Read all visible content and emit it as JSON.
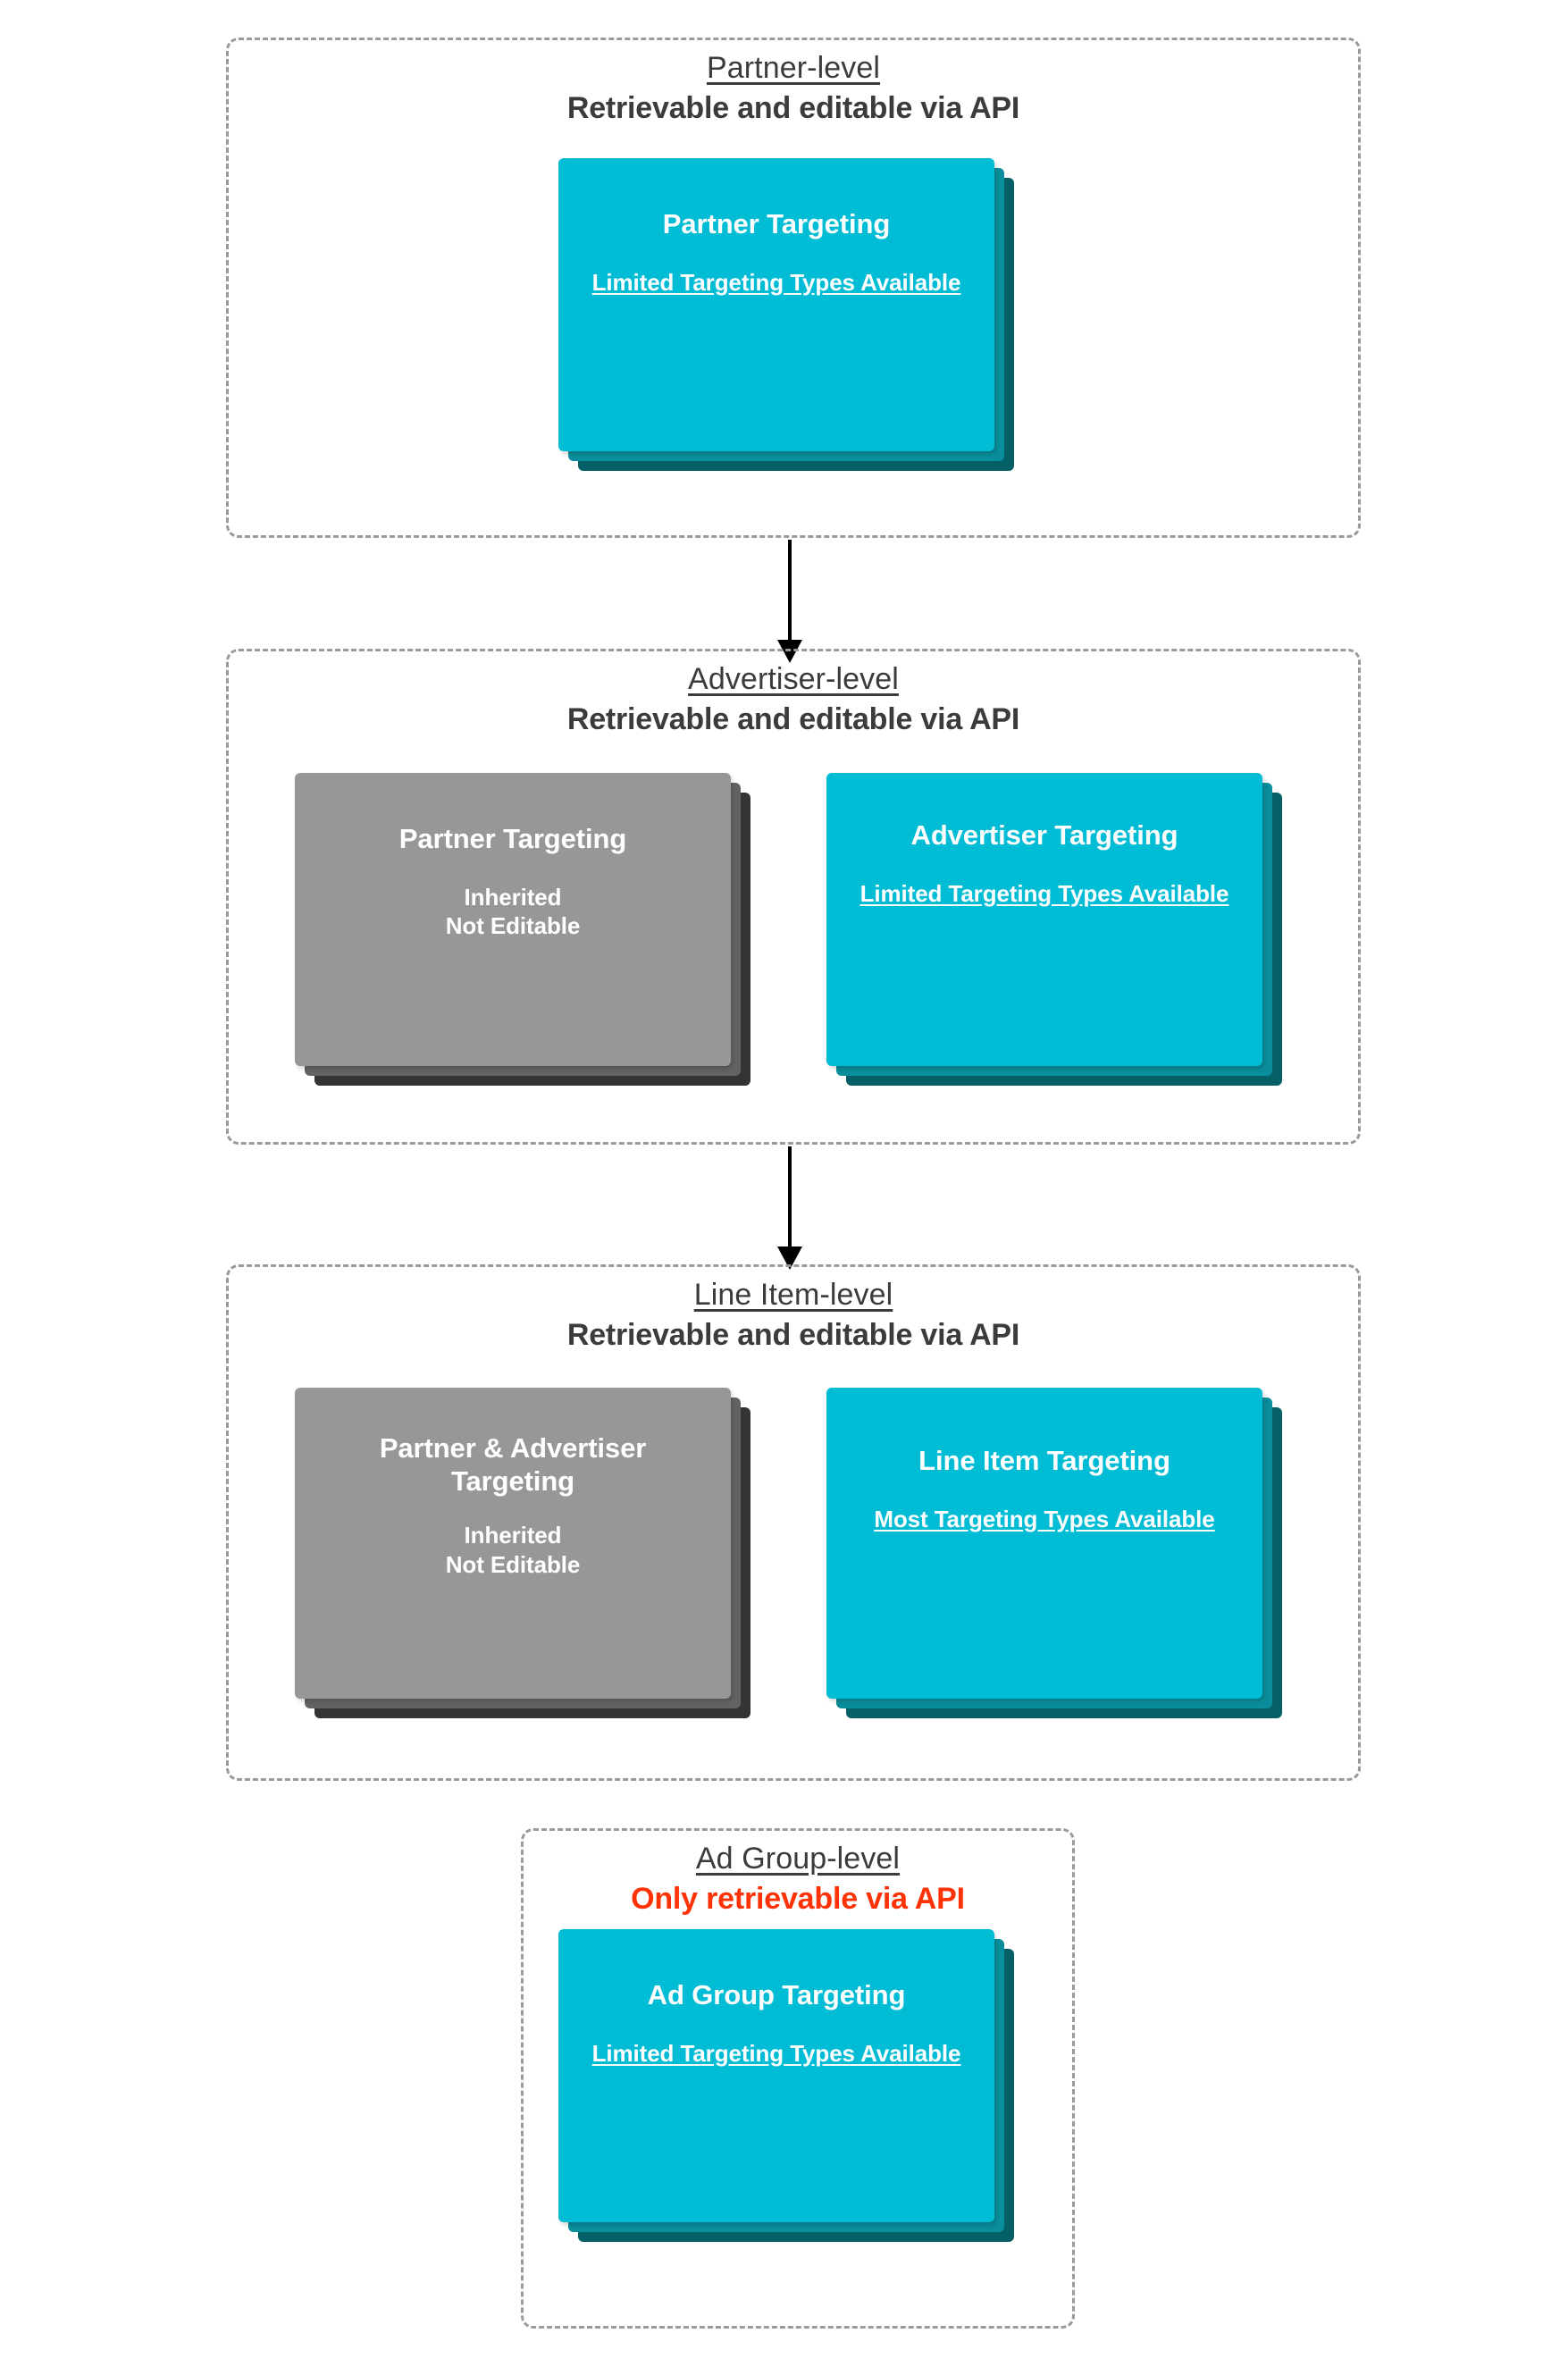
{
  "diagram": {
    "title_semantic": "DV360 targeting inheritance hierarchy",
    "colors": {
      "cyan_front": "#00bcd4",
      "cyan_mid": "#0a8e9b",
      "cyan_back": "#046066",
      "gray_front": "#979797",
      "gray_mid": "#636363",
      "gray_back": "#343434",
      "alert_red": "#ff3205",
      "text_dark": "#3b3b3b",
      "dashed_border": "#9a9a9a"
    }
  },
  "levels": [
    {
      "id": "partner",
      "title": "Partner-level",
      "subtitle": "Retrievable and editable via API",
      "subtitle_alert": false,
      "cards": [
        {
          "id": "partner-targeting",
          "variant": "cyan",
          "title": "Partner Targeting",
          "note": "Limited Targeting Types Available",
          "note_underlined": true
        }
      ]
    },
    {
      "id": "advertiser",
      "title": "Advertiser-level",
      "subtitle": "Retrievable and editable via API",
      "subtitle_alert": false,
      "cards": [
        {
          "id": "inherited-partner-targeting",
          "variant": "gray",
          "title": "Partner Targeting",
          "note": "Inherited\nNot Editable",
          "note_underlined": false
        },
        {
          "id": "advertiser-targeting",
          "variant": "cyan",
          "title": "Advertiser Targeting",
          "note": "Limited Targeting Types Available",
          "note_underlined": true
        }
      ]
    },
    {
      "id": "line-item",
      "title": "Line Item-level",
      "subtitle": "Retrievable and editable via API",
      "subtitle_alert": false,
      "cards": [
        {
          "id": "inherited-partner-advertiser-targeting",
          "variant": "gray",
          "title": "Partner & Advertiser Targeting",
          "note": "Inherited\nNot Editable",
          "note_underlined": false
        },
        {
          "id": "line-item-targeting",
          "variant": "cyan",
          "title": "Line Item Targeting",
          "note": "Most Targeting Types Available",
          "note_underlined": true
        }
      ]
    },
    {
      "id": "ad-group",
      "title": "Ad Group-level",
      "subtitle": "Only retrievable via API",
      "subtitle_alert": true,
      "cards": [
        {
          "id": "ad-group-targeting",
          "variant": "cyan",
          "title": "Ad Group Targeting",
          "note": "Limited Targeting Types Available",
          "note_underlined": true
        }
      ]
    }
  ],
  "connectors": [
    {
      "id": "partner-to-advertiser",
      "from": "partner",
      "to": "advertiser",
      "direction": "down"
    },
    {
      "id": "advertiser-to-line-item",
      "from": "advertiser",
      "to": "line-item",
      "direction": "down"
    }
  ]
}
